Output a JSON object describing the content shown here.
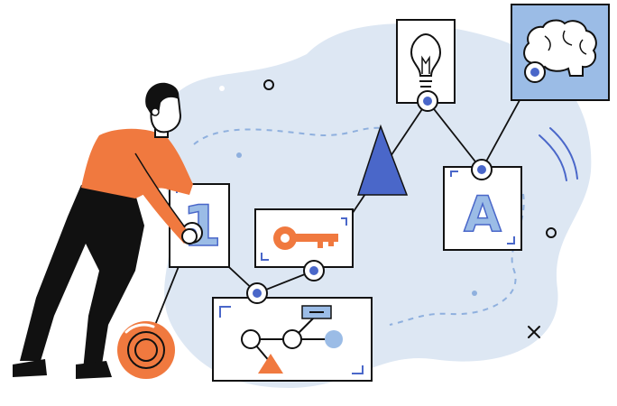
{
  "illustration": {
    "card_number": "1",
    "card_letter": "A"
  },
  "icons": [
    "lightbulb-icon",
    "brain-icon",
    "key-icon",
    "triangle-shape",
    "flowchart-icon",
    "target-ring-icon",
    "sparkle-icon"
  ],
  "colors": {
    "blob": "#dde7f3",
    "orange": "#f0793f",
    "blue": "#4a67c9",
    "light_blue": "#9bbce6",
    "dark": "#111111",
    "paper": "#ffffff"
  }
}
